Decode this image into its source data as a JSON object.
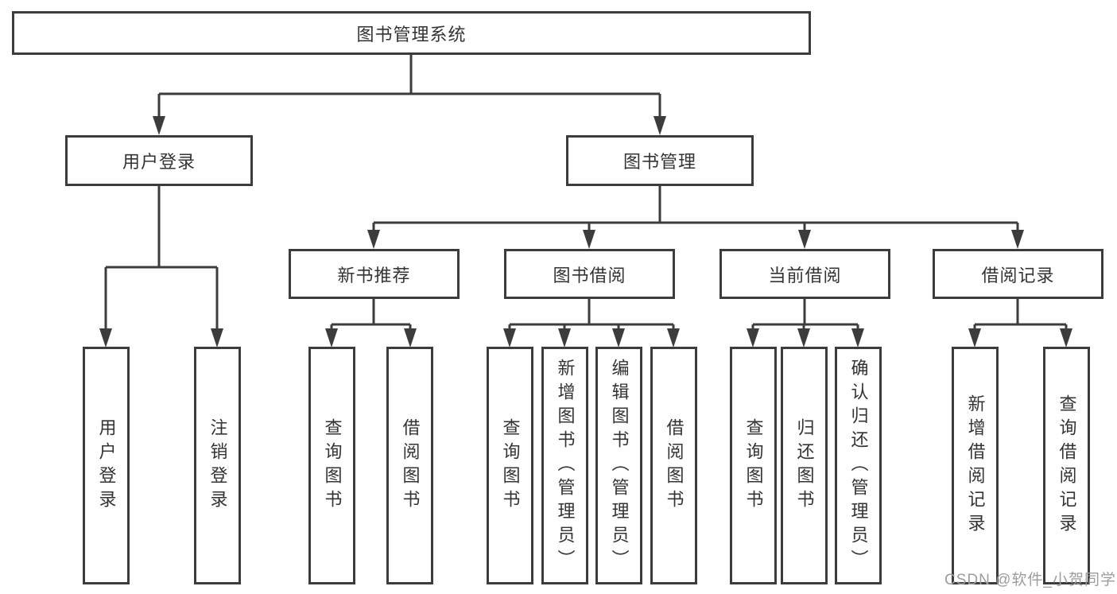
{
  "diagram": {
    "root": {
      "label": "图书管理系统"
    },
    "level2": [
      {
        "label": "用户登录"
      },
      {
        "label": "图书管理"
      }
    ],
    "level3": [
      {
        "label": "新书推荐"
      },
      {
        "label": "图书借阅"
      },
      {
        "label": "当前借阅"
      },
      {
        "label": "借阅记录"
      }
    ],
    "leaves": [
      {
        "label": "用户登录"
      },
      {
        "label": "注销登录"
      },
      {
        "label": "查询图书"
      },
      {
        "label": "借阅图书"
      },
      {
        "label": "查询图书"
      },
      {
        "label": "新增图书（管理员）"
      },
      {
        "label": "编辑图书（管理员）"
      },
      {
        "label": "借阅图书"
      },
      {
        "label": "查询图书"
      },
      {
        "label": "归还图书"
      },
      {
        "label": "确认归还（管理员）"
      },
      {
        "label": "新增借阅记录"
      },
      {
        "label": "查询借阅记录"
      }
    ]
  },
  "watermark": {
    "text": "CSDN @软件_小贺同学"
  },
  "colors": {
    "line": "#3c3c3c",
    "text": "#333333",
    "watermark": "#9c9c9c"
  }
}
